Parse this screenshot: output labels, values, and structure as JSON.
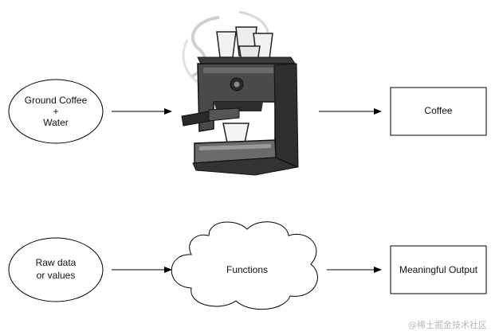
{
  "top_row": {
    "input_ellipse": {
      "line1": "Ground Coffee",
      "line2": "+",
      "line3": "Water"
    },
    "machine": {
      "icon": "espresso-machine-icon"
    },
    "output_box": {
      "label": "Coffee"
    }
  },
  "bottom_row": {
    "input_ellipse": {
      "line1": "Raw data",
      "line2": "or values"
    },
    "cloud": {
      "label": "Functions"
    },
    "output_box": {
      "label": "Meaningful Output"
    }
  },
  "watermark": "@稀土掘金技术社区"
}
